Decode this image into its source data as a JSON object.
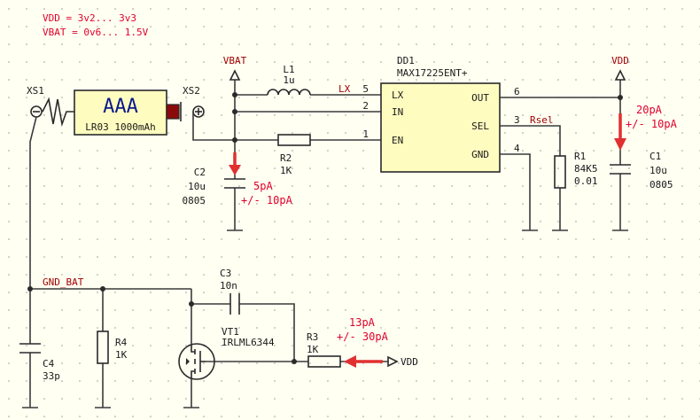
{
  "notes": {
    "vdd_range": "VDD = 3v2... 3v3",
    "vbat_range": "VBAT = 0v6... 1.5V"
  },
  "battery": {
    "xs1": "XS1",
    "xs2": "XS2",
    "type": "AAA",
    "model": "LR03 1000mAh"
  },
  "power_labels": {
    "vbat": "VBAT",
    "vdd": "VDD",
    "vdd_r3": "VDD"
  },
  "inductor": {
    "ref": "L1",
    "value": "1u"
  },
  "net_lx": "LX",
  "net_rsel": "Rsel",
  "net_gnd_bat": "GND_BAT",
  "ic": {
    "ref": "DD1",
    "part": "MAX17225ENT+",
    "pins_left": [
      {
        "num": "5",
        "name": "LX"
      },
      {
        "num": "2",
        "name": "IN"
      },
      {
        "num": "1",
        "name": "EN"
      }
    ],
    "pins_right": [
      {
        "num": "6",
        "name": "OUT"
      },
      {
        "num": "3",
        "name": "SEL"
      },
      {
        "num": "4",
        "name": "GND"
      }
    ]
  },
  "r2": {
    "ref": "R2",
    "value": "1K"
  },
  "c2": {
    "ref": "C2",
    "value": "10u",
    "pkg": "0805"
  },
  "r1": {
    "ref": "R1",
    "value": "84K5",
    "tol": "0.01"
  },
  "c1": {
    "ref": "C1",
    "value": "10u",
    "pkg": "0805"
  },
  "c3": {
    "ref": "C3",
    "value": "10n"
  },
  "vt1": {
    "ref": "VT1",
    "part": "IRLML6344"
  },
  "r3": {
    "ref": "R3",
    "value": "1K"
  },
  "r4": {
    "ref": "R4",
    "value": "1K"
  },
  "c4": {
    "ref": "C4",
    "value": "33p"
  },
  "leakage": {
    "c2_value": "5pA",
    "c2_tol": "+/- 10pA",
    "c1_value": "20pA",
    "c1_tol": "+/- 10pA",
    "r3_value": "13pA",
    "r3_tol": "+/- 30pA"
  }
}
